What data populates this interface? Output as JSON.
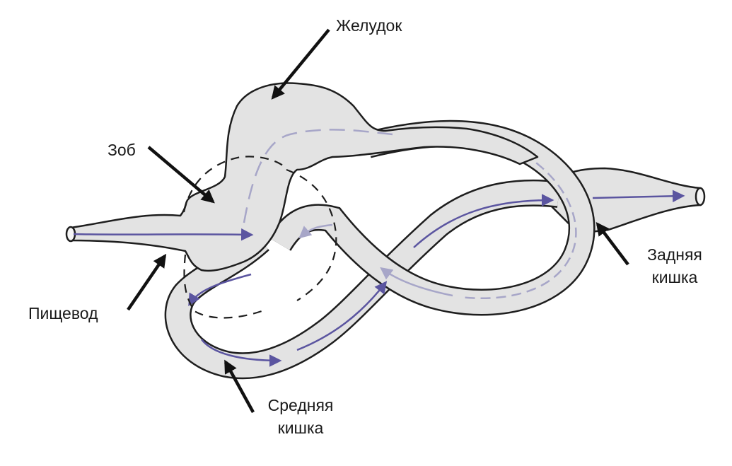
{
  "labels": {
    "stomach": "Желудок",
    "crop": "Зоб",
    "esophagus": "Пищевод",
    "hindgut": [
      "Задняя",
      "кишка"
    ],
    "midgut": [
      "Средняя",
      "кишка"
    ]
  },
  "colors": {
    "tube_fill": "#e3e3e3",
    "outline": "#1e1e1e",
    "flow_arrow": "#5b55a0",
    "flow_arrow_faded": "#a7a6c8",
    "pointer": "#111111"
  }
}
